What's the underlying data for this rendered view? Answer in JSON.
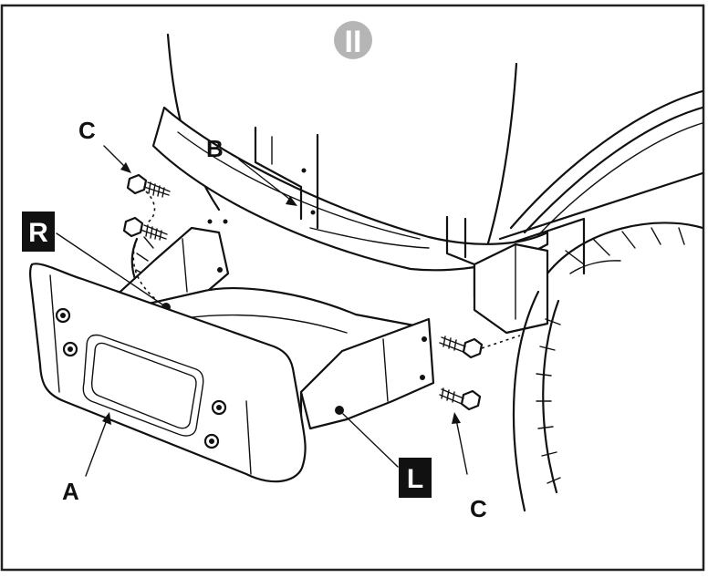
{
  "step_badge": "II",
  "labels": {
    "a": "A",
    "b": "B",
    "c_top": "C",
    "c_bottom": "C",
    "r": "R",
    "l": "L"
  },
  "colors": {
    "line": "#111111",
    "badge_fill": "#b5b5b5",
    "box_fill": "#111111",
    "box_text": "#ffffff"
  }
}
